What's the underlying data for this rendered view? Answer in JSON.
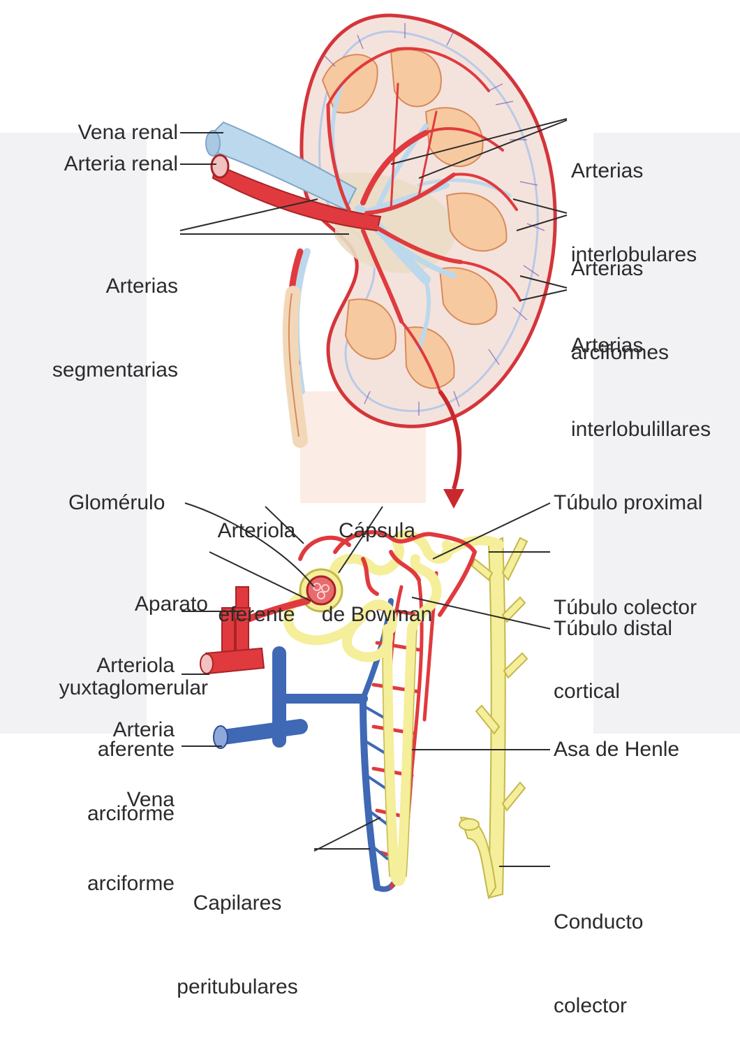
{
  "labels": {
    "vena_renal": "Vena renal",
    "arteria_renal": "Arteria renal",
    "arterias_segmentarias": [
      "Arterias",
      "segmentarias"
    ],
    "arterias_interlobulares": [
      "Arterias",
      "interlobulares"
    ],
    "arterias_arciformes": [
      "Arterias",
      "arciformes"
    ],
    "arterias_interlobulillares": [
      "Arterias",
      "interlobulillares"
    ],
    "glomerulo": "Glomérulo",
    "arteriola_eferente": [
      "Arteriola",
      "eferente"
    ],
    "capsula_bowman": [
      "Cápsula",
      "de Bowman"
    ],
    "tubulo_proximal": "Túbulo proximal",
    "aparato_yuxtaglomerular": [
      "Aparato",
      "yuxtaglomerular"
    ],
    "tubulo_colector_cortical": [
      "Túbulo colector",
      "cortical"
    ],
    "arteriola_aferente": [
      "Arteriola",
      "aferente"
    ],
    "tubulo_distal": "Túbulo distal",
    "arteria_arciforme": [
      "Arteria",
      "arciforme"
    ],
    "vena_arciforme": [
      "Vena",
      "arciforme"
    ],
    "asa_de_henle": "Asa de Henle",
    "capilares_peritubulares": [
      "Capilares",
      "peritubulares"
    ],
    "conducto_colector": [
      "Conducto",
      "colector"
    ]
  },
  "colors": {
    "artery": "#e03a3e",
    "vein_light": "#bcd8ec",
    "vein_dark": "#3f68b5",
    "tubule": "#f5ee9a",
    "cortex": "#f4e3dc",
    "pyramid": "#f7c9a0",
    "leader": "#2b2b2b"
  }
}
